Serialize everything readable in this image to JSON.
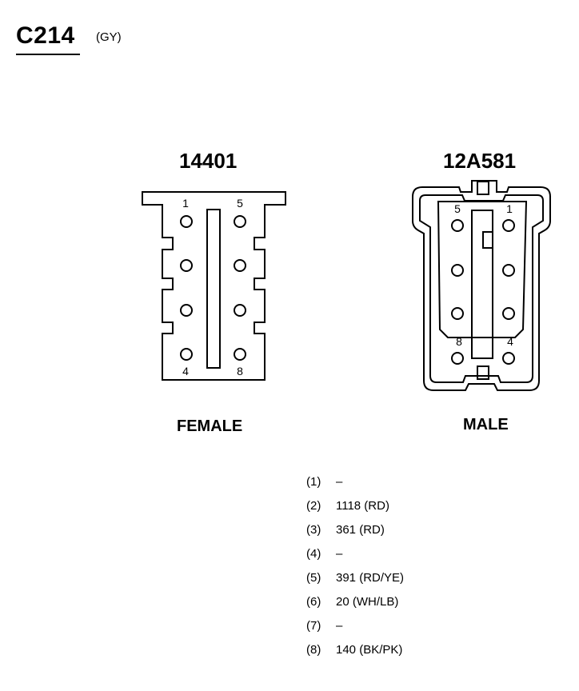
{
  "header": {
    "connector_id": "C214",
    "color": "(GY)"
  },
  "female": {
    "part_number": "14401",
    "label": "FEMALE",
    "pin_labels": {
      "top_left": "1",
      "top_right": "5",
      "bottom_left": "4",
      "bottom_right": "8"
    }
  },
  "male": {
    "part_number": "12A581",
    "label": "MALE",
    "pin_labels": {
      "top_left": "5",
      "top_right": "1",
      "bottom_left": "8",
      "bottom_right": "4"
    }
  },
  "pins": [
    {
      "num": "(1)",
      "circuit": "–"
    },
    {
      "num": "(2)",
      "circuit": "1118 (RD)"
    },
    {
      "num": "(3)",
      "circuit": "361 (RD)"
    },
    {
      "num": "(4)",
      "circuit": "–"
    },
    {
      "num": "(5)",
      "circuit": "391 (RD/YE)"
    },
    {
      "num": "(6)",
      "circuit": "20 (WH/LB)"
    },
    {
      "num": "(7)",
      "circuit": "–"
    },
    {
      "num": "(8)",
      "circuit": "140 (BK/PK)"
    }
  ]
}
